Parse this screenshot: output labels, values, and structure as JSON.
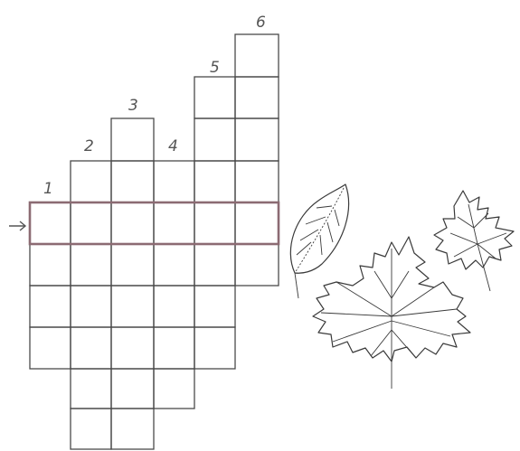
{
  "crossword": {
    "clue_numbers": [
      "1",
      "2",
      "3",
      "4",
      "5",
      "6"
    ],
    "arrow_glyph": "arrow-right-icon"
  },
  "illustrations": [
    "leaf-icon",
    "maple-leaf-icon",
    "small-maple-leaf-icon"
  ]
}
